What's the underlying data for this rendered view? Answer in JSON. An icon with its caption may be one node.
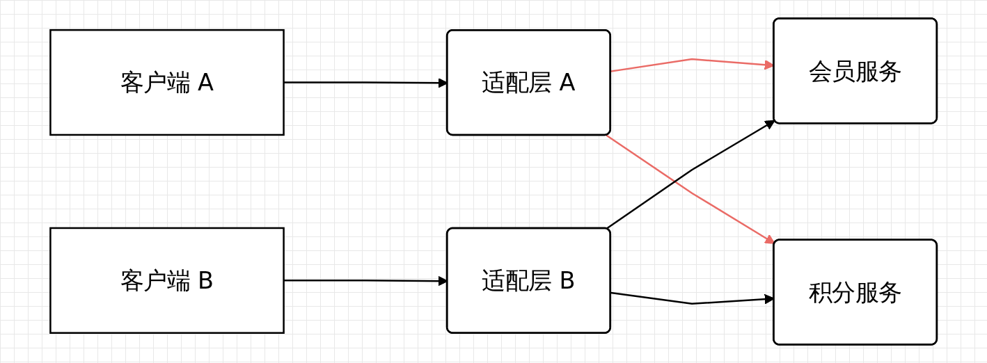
{
  "diagram": {
    "nodes": [
      {
        "text": [
          "客户端 A"
        ]
      },
      {
        "text": [
          "适配层 A"
        ]
      },
      {
        "text": [
          "会员服务"
        ]
      },
      {
        "text": [
          "客户端 B"
        ]
      },
      {
        "text": [
          "适配层 B"
        ]
      },
      {
        "text": [
          "积分服务"
        ]
      }
    ],
    "edges": [
      {
        "from": 0,
        "to": 1,
        "arrow": "to"
      },
      {
        "from": 3,
        "to": 4,
        "arrow": "to"
      },
      {
        "from": 1,
        "to": 2,
        "arrow": "to",
        "color": "#ea6b66"
      },
      {
        "from": 1,
        "to": 5,
        "arrow": "to",
        "color": "#ea6b66"
      },
      {
        "from": 4,
        "to": 2,
        "arrow": "to"
      },
      {
        "from": 4,
        "to": 5,
        "arrow": "to"
      }
    ]
  }
}
